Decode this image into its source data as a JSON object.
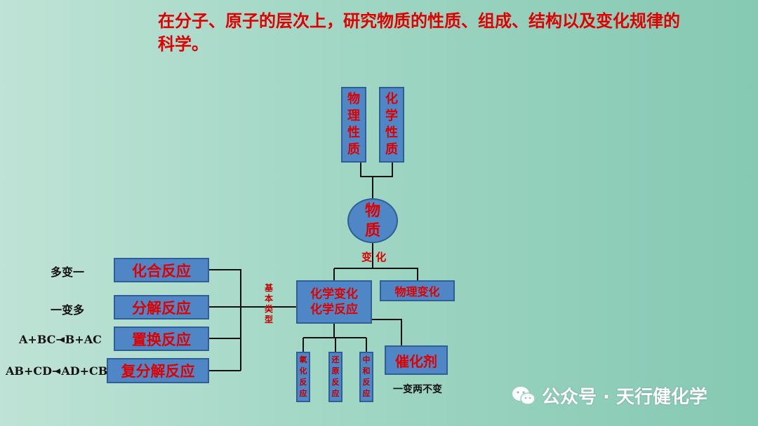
{
  "title": "在分子、原子的层次上，研究物质的性质、组成、结构以及变化规律的科学。",
  "top_boxes": {
    "physical_property": [
      "物",
      "理",
      "性",
      "质"
    ],
    "chemical_property": [
      "化",
      "学",
      "性",
      "质"
    ]
  },
  "center": [
    "物",
    "质"
  ],
  "change_label": "变 化",
  "chemical_change": {
    "line1": "化学变化",
    "line2": "化学反应"
  },
  "physical_change": "物理变化",
  "basic_types_label": [
    "基",
    "本",
    "类",
    "型"
  ],
  "reaction_types": [
    {
      "name": "化合反应",
      "formula": "多变一"
    },
    {
      "name": "分解反应",
      "formula": "一变多"
    },
    {
      "name": "置换反应",
      "formula": "A+BC→B+AC"
    },
    {
      "name": "复分解反应",
      "formula": "AB+CD→AD+CB"
    }
  ],
  "sub_reactions": [
    [
      "氧",
      "化",
      "反",
      "应"
    ],
    [
      "还",
      "原",
      "反",
      "应"
    ],
    [
      "中",
      "和",
      "反",
      "应"
    ]
  ],
  "catalyst": "催化剂",
  "catalyst_note": "一变两不变",
  "watermark": "公众号 · 天行健化学"
}
